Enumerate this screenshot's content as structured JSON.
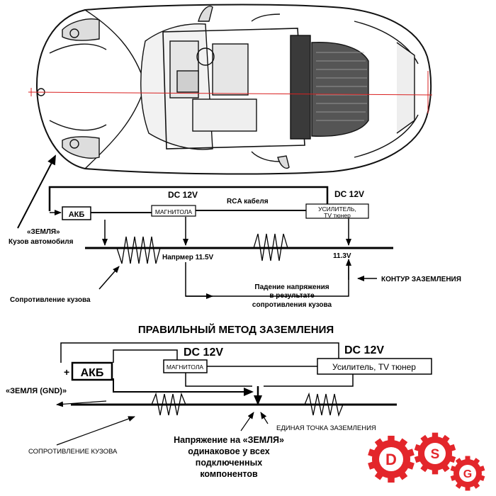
{
  "top": {
    "dc_left": "DC 12V",
    "rca_cables": "RCA кабеля",
    "dc_right": "DC 12V",
    "akb": "АКБ",
    "head_unit": "МАГНИТОЛА",
    "amp_line1": "УСИЛИТЕЛЬ,",
    "amp_line2": "TV тюнер",
    "ground_line1": "«ЗЕМЛЯ»",
    "ground_line2": "Кузов автомобиля",
    "example_voltage": "Напрмер 11.5V",
    "right_voltage": "11.3V",
    "drop_line1": "Падение напряжения",
    "drop_line2": "в результате",
    "drop_line3": "сопротивления кузова",
    "loop_label": "КОНТУР ЗАЗЕМЛЕНИЯ",
    "body_resistance": "Сопротивление кузова"
  },
  "bottom": {
    "title": "ПРАВИЛЬНЫЙ МЕТОД ЗАЗЕМЛЕНИЯ",
    "dc_left": "DC 12V",
    "dc_right": "DC 12V",
    "plus": "+",
    "akb": "АКБ",
    "head_unit": "МАГНИТОЛА",
    "amp": "Усилитель, TV тюнер",
    "ground_gnd": "«ЗЕМЛЯ (GND)»",
    "single_point": "ЕДИНАЯ ТОЧКА ЗАЗЕМЛЕНИЯ",
    "body_resistance": "СОПРОТИВЛЕНИЕ КУЗОВА",
    "equal_line1": "Напряжение на «ЗЕМЛЯ»",
    "equal_line2": "одинаковое у всех",
    "equal_line3": "подключенных",
    "equal_line4": "компонентов"
  },
  "logo": {
    "letter1": "D",
    "letter2": "S",
    "letter3": "G",
    "color": "#e3262b"
  }
}
